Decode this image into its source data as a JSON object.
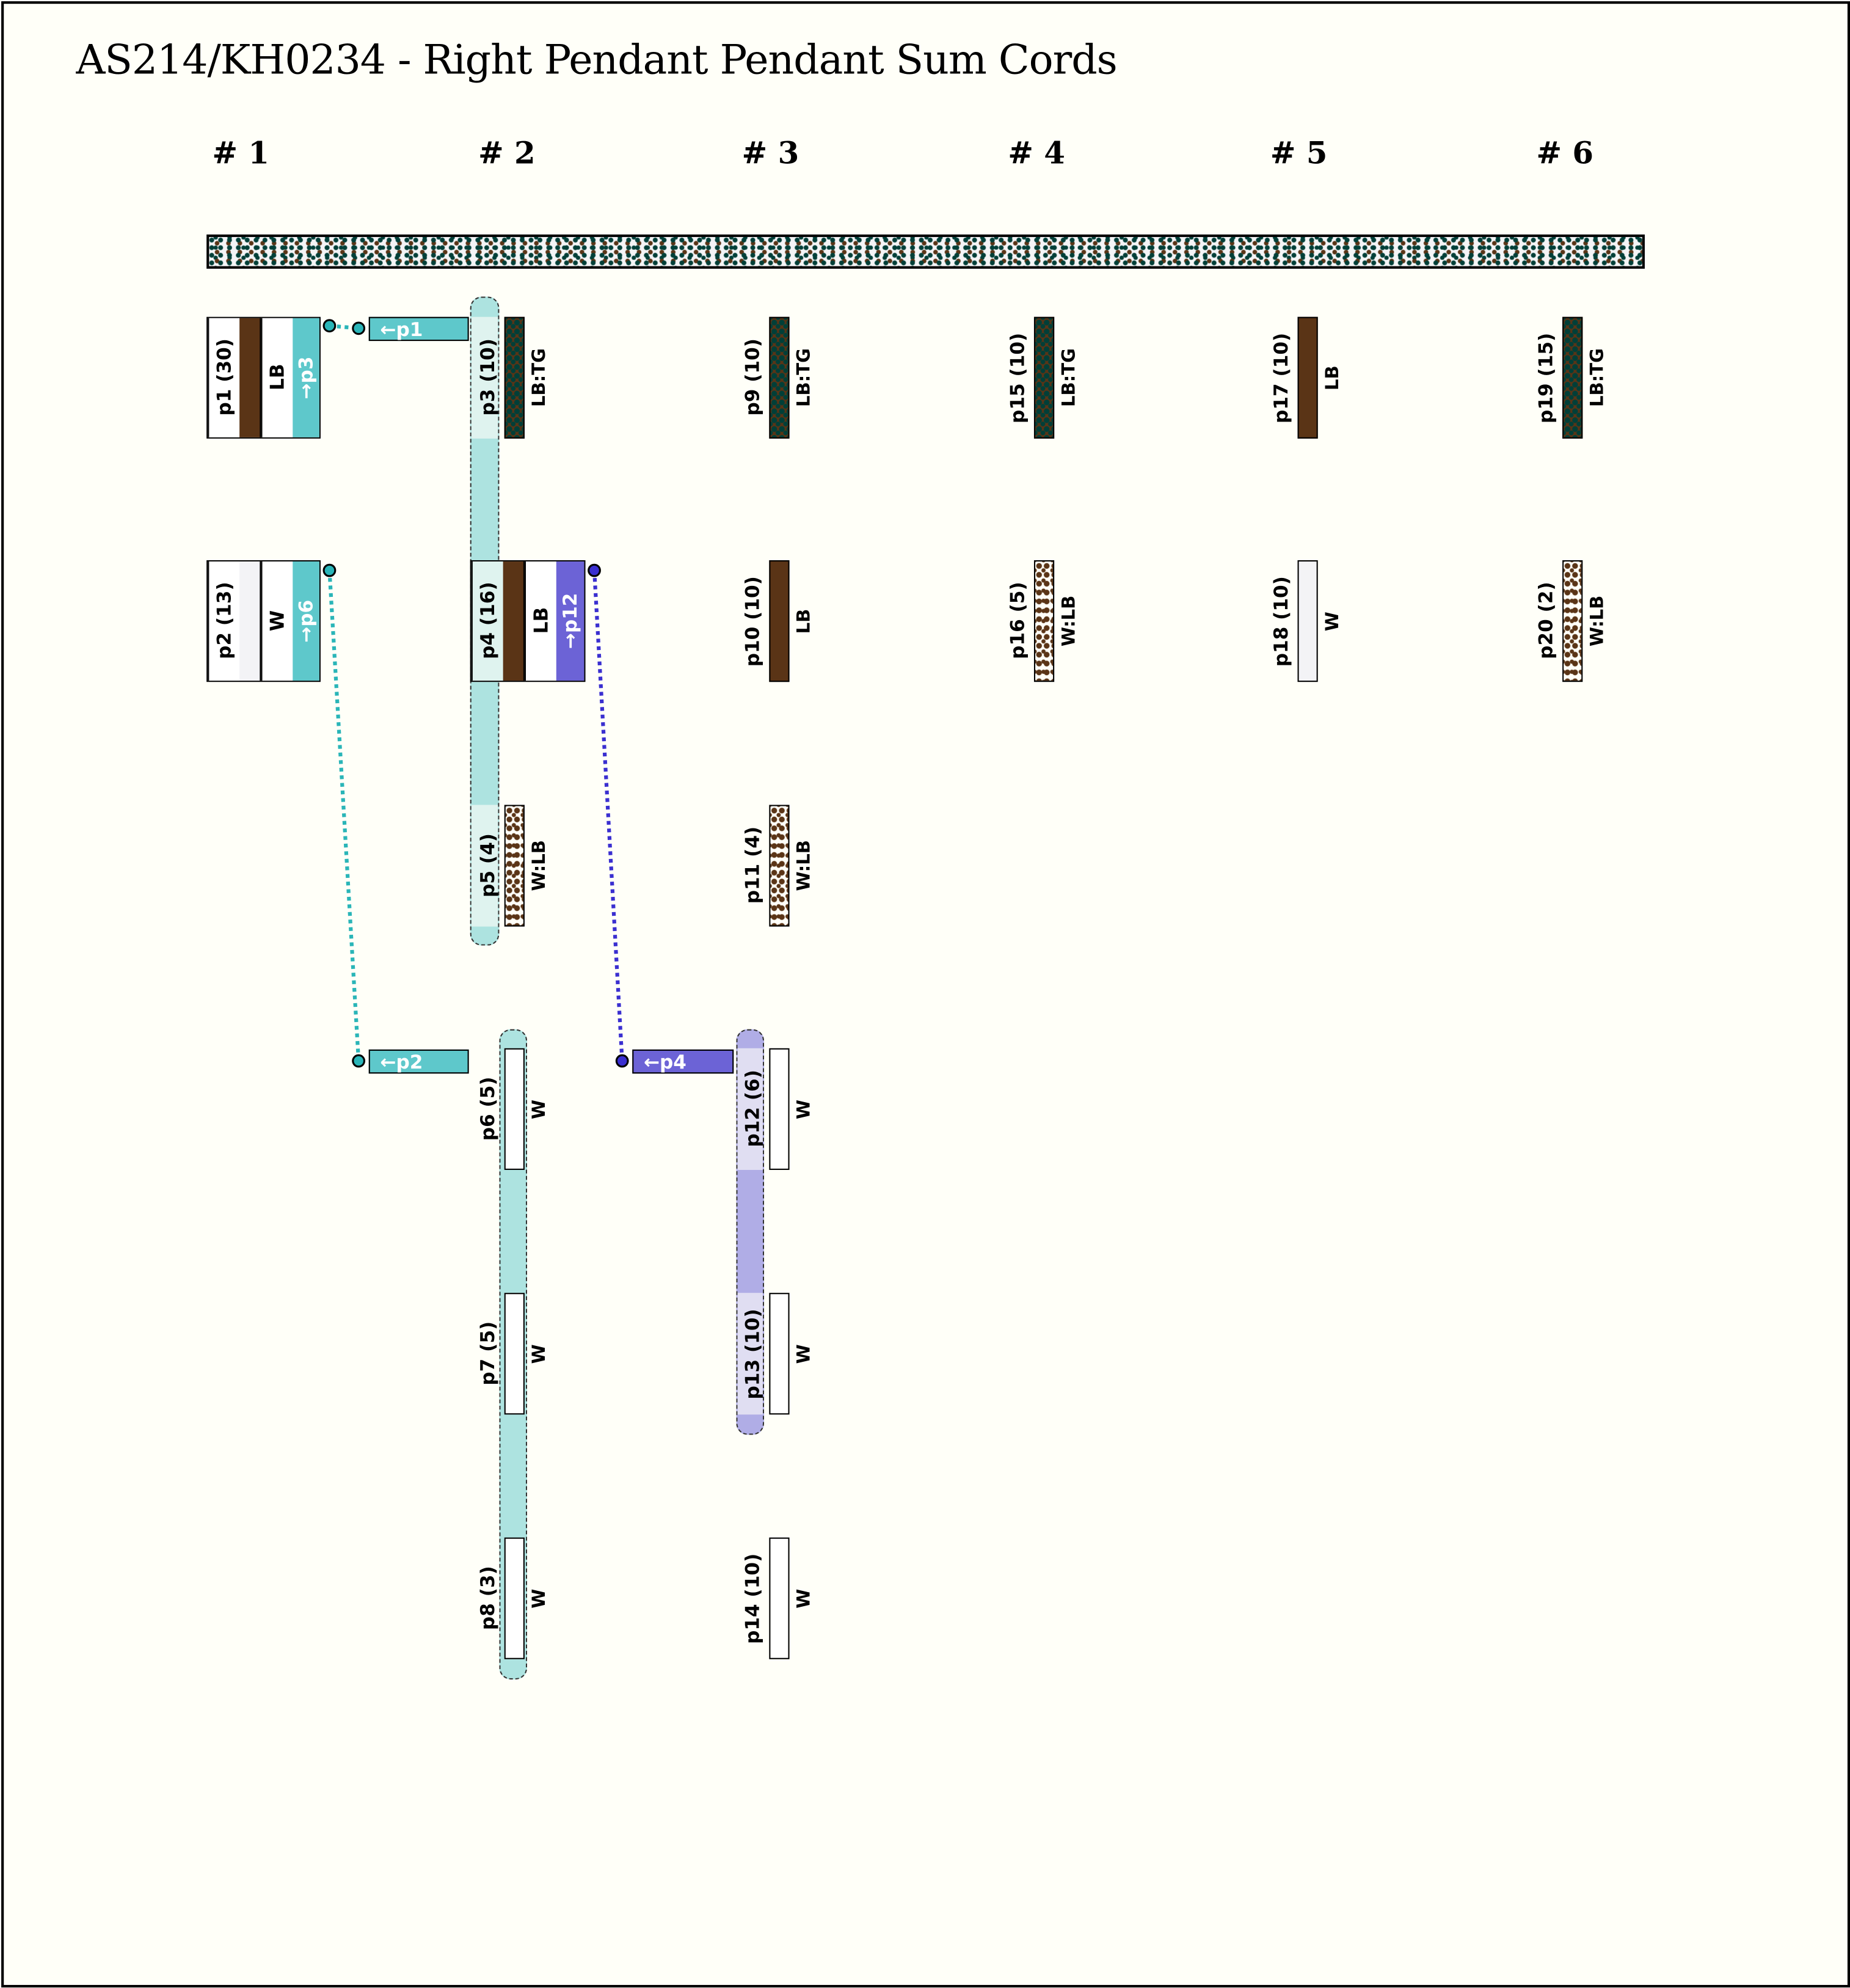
{
  "title": "AS214/KH0234 - Right Pendant Pendant Sum Cords",
  "colors": {
    "brown": "#5a3416",
    "teal": "#5ec8cb",
    "teal_band": "#ade3e0",
    "teal_light": "#dff3ef",
    "purple": "#6c63d6",
    "purple_band": "#b0ade6",
    "purple_light": "#e0def2",
    "white": "#ffffff",
    "light_gray": "#f3f3f6"
  },
  "groups": [
    "# 1",
    "# 2",
    "# 3",
    "# 4",
    "# 5",
    "# 6"
  ],
  "compound": {
    "p1": {
      "label": "p1 (30)",
      "color_label": "LB",
      "sum_label": "→p3",
      "link_label": "←p1"
    },
    "p2": {
      "label": "p2 (13)",
      "color_label": "W",
      "sum_label": "→p6",
      "link_label": "←p2"
    },
    "p4": {
      "label": "p4 (16)",
      "color_label": "LB",
      "sum_label": "→p12",
      "link_label": "←p4"
    }
  },
  "pendants": [
    {
      "id": "p3",
      "label": "p3 (10)",
      "color_label": "LB:TG",
      "style": "lbtg",
      "col": 1,
      "row": 0
    },
    {
      "id": "p5",
      "label": "p5 (4)",
      "color_label": "W:LB",
      "style": "wlb",
      "col": 1,
      "row": 2
    },
    {
      "id": "p6",
      "label": "p6 (5)",
      "color_label": "W",
      "style": "white",
      "col": 1,
      "row": 3
    },
    {
      "id": "p7",
      "label": "p7 (5)",
      "color_label": "W",
      "style": "white",
      "col": 1,
      "row": 4
    },
    {
      "id": "p8",
      "label": "p8 (3)",
      "color_label": "W",
      "style": "white",
      "col": 1,
      "row": 5
    },
    {
      "id": "p9",
      "label": "p9 (10)",
      "color_label": "LB:TG",
      "style": "lbtg",
      "col": 2,
      "row": 0
    },
    {
      "id": "p10",
      "label": "p10 (10)",
      "color_label": "LB",
      "style": "brown",
      "col": 2,
      "row": 1
    },
    {
      "id": "p11",
      "label": "p11 (4)",
      "color_label": "W:LB",
      "style": "wlb",
      "col": 2,
      "row": 2
    },
    {
      "id": "p12",
      "label": "p12 (6)",
      "color_label": "W",
      "style": "white",
      "col": 2,
      "row": 3
    },
    {
      "id": "p13",
      "label": "p13 (10)",
      "color_label": "W",
      "style": "white",
      "col": 2,
      "row": 4
    },
    {
      "id": "p14",
      "label": "p14 (10)",
      "color_label": "W",
      "style": "white",
      "col": 2,
      "row": 5
    },
    {
      "id": "p15",
      "label": "p15 (10)",
      "color_label": "LB:TG",
      "style": "lbtg",
      "col": 3,
      "row": 0
    },
    {
      "id": "p16",
      "label": "p16 (5)",
      "color_label": "W:LB",
      "style": "wlb",
      "col": 3,
      "row": 1
    },
    {
      "id": "p17",
      "label": "p17 (10)",
      "color_label": "LB",
      "style": "brown",
      "col": 4,
      "row": 0
    },
    {
      "id": "p18",
      "label": "p18 (10)",
      "color_label": "W",
      "style": "gray",
      "col": 4,
      "row": 1
    },
    {
      "id": "p19",
      "label": "p19 (15)",
      "color_label": "LB:TG",
      "style": "lbtg",
      "col": 5,
      "row": 0
    },
    {
      "id": "p20",
      "label": "p20 (2)",
      "color_label": "W:LB",
      "style": "wlb",
      "col": 5,
      "row": 1
    }
  ]
}
